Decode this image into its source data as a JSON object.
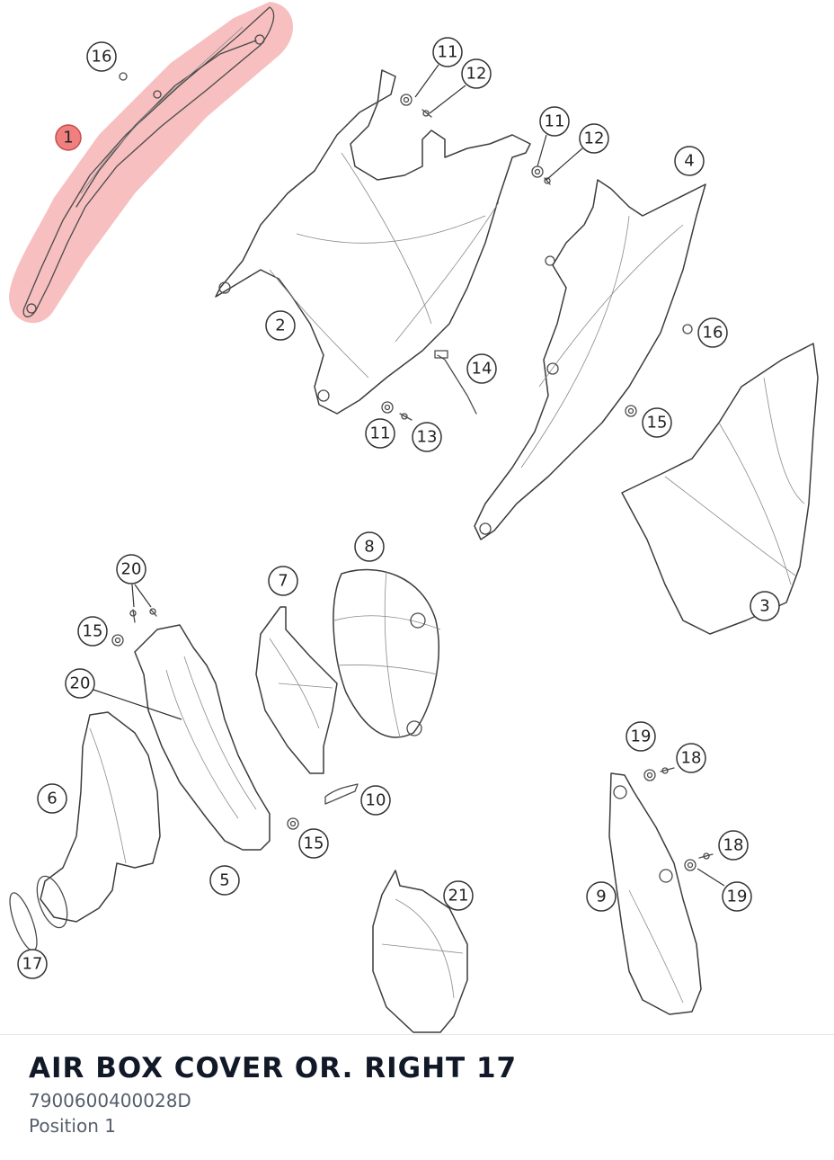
{
  "callouts": [
    {
      "label": "16"
    },
    {
      "label": "1"
    },
    {
      "label": "11"
    },
    {
      "label": "12"
    },
    {
      "label": "11"
    },
    {
      "label": "12"
    },
    {
      "label": "4"
    },
    {
      "label": "2"
    },
    {
      "label": "16"
    },
    {
      "label": "14"
    },
    {
      "label": "15"
    },
    {
      "label": "11"
    },
    {
      "label": "13"
    },
    {
      "label": "3"
    },
    {
      "label": "8"
    },
    {
      "label": "20"
    },
    {
      "label": "7"
    },
    {
      "label": "15"
    },
    {
      "label": "20"
    },
    {
      "label": "19"
    },
    {
      "label": "18"
    },
    {
      "label": "6"
    },
    {
      "label": "10"
    },
    {
      "label": "15"
    },
    {
      "label": "18"
    },
    {
      "label": "5"
    },
    {
      "label": "21"
    },
    {
      "label": "9"
    },
    {
      "label": "19"
    },
    {
      "label": "17"
    }
  ],
  "selected_callout": "1",
  "highlight_color": "#f08a8a",
  "detail": {
    "name": "AIR BOX COVER OR. RIGHT 17",
    "part_number": "7900600400028D",
    "position": "Position 1"
  }
}
